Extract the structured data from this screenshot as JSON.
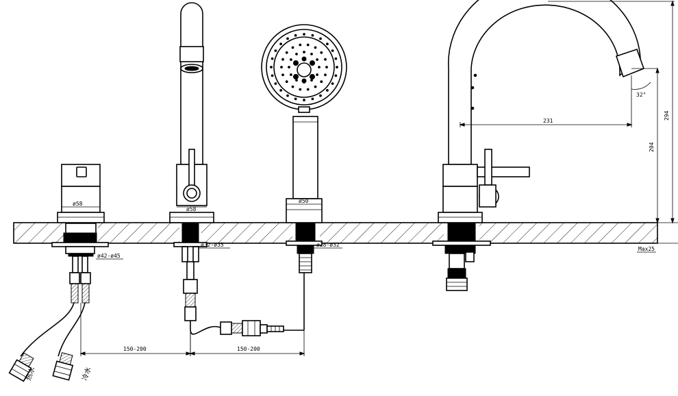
{
  "dimensions": {
    "base_diameter_1": "ø58",
    "base_diameter_2": "ø58",
    "base_diameter_3": "ø50",
    "hole_1": "ø42-ø45",
    "hole_2": "ø32-ø35",
    "hole_3": "ø28-ø32",
    "spacing_1": "150-200",
    "spacing_2": "150-200",
    "spout_reach": "231",
    "spout_angle": "32°",
    "height_total": "294",
    "height_outlet": "204",
    "deck_max": "Max25"
  },
  "labels": {
    "hot_water": "热水",
    "cold_water": "冷水"
  }
}
